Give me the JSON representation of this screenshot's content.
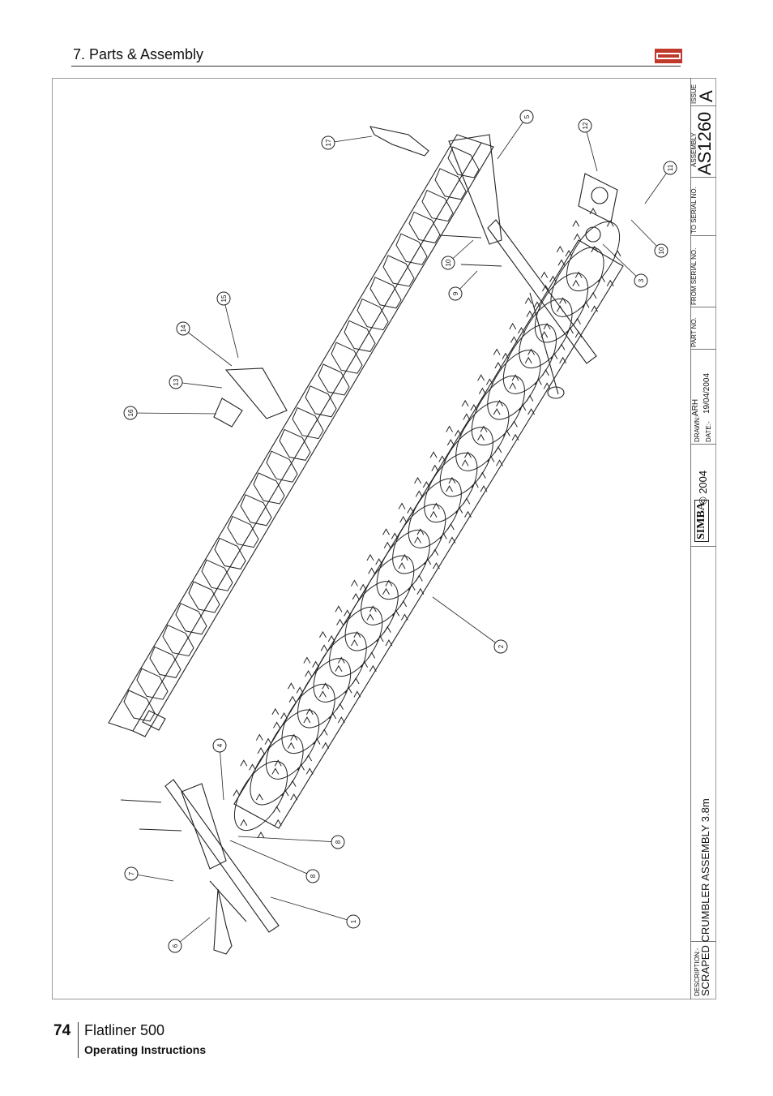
{
  "header": {
    "section_title": "7. Parts & Assembly"
  },
  "title_block": {
    "issue_label": "ISSUE",
    "issue_value": "A",
    "assembly_label": "ASSEMBLY",
    "assembly_value": "AS1260",
    "to_serial_label": "TO SERIAL NO.",
    "from_serial_label": "FROM SERIAL NO.",
    "part_no_label": "PART NO.",
    "drawn_label": "DRAWN:-",
    "drawn_value": "ARH",
    "date_label": "DATE:-",
    "date_value": "19/04/2004",
    "copyright": "© 2004",
    "logo_text": "SIMBA",
    "description_label": "DESCRIPTION:-",
    "description_value": "SCRAPED CRUMBLER ASSEMBLY 3.8m"
  },
  "callouts": [
    "1",
    "2",
    "3",
    "4",
    "5",
    "6",
    "7",
    "8",
    "8",
    "9",
    "10",
    "10",
    "11",
    "12",
    "13",
    "14",
    "15",
    "16",
    "17"
  ],
  "footer": {
    "page_number": "74",
    "product": "Flatliner 500",
    "subtitle": "Operating Instructions"
  },
  "colors": {
    "logo_red": "#c0392b",
    "line": "#222222"
  }
}
